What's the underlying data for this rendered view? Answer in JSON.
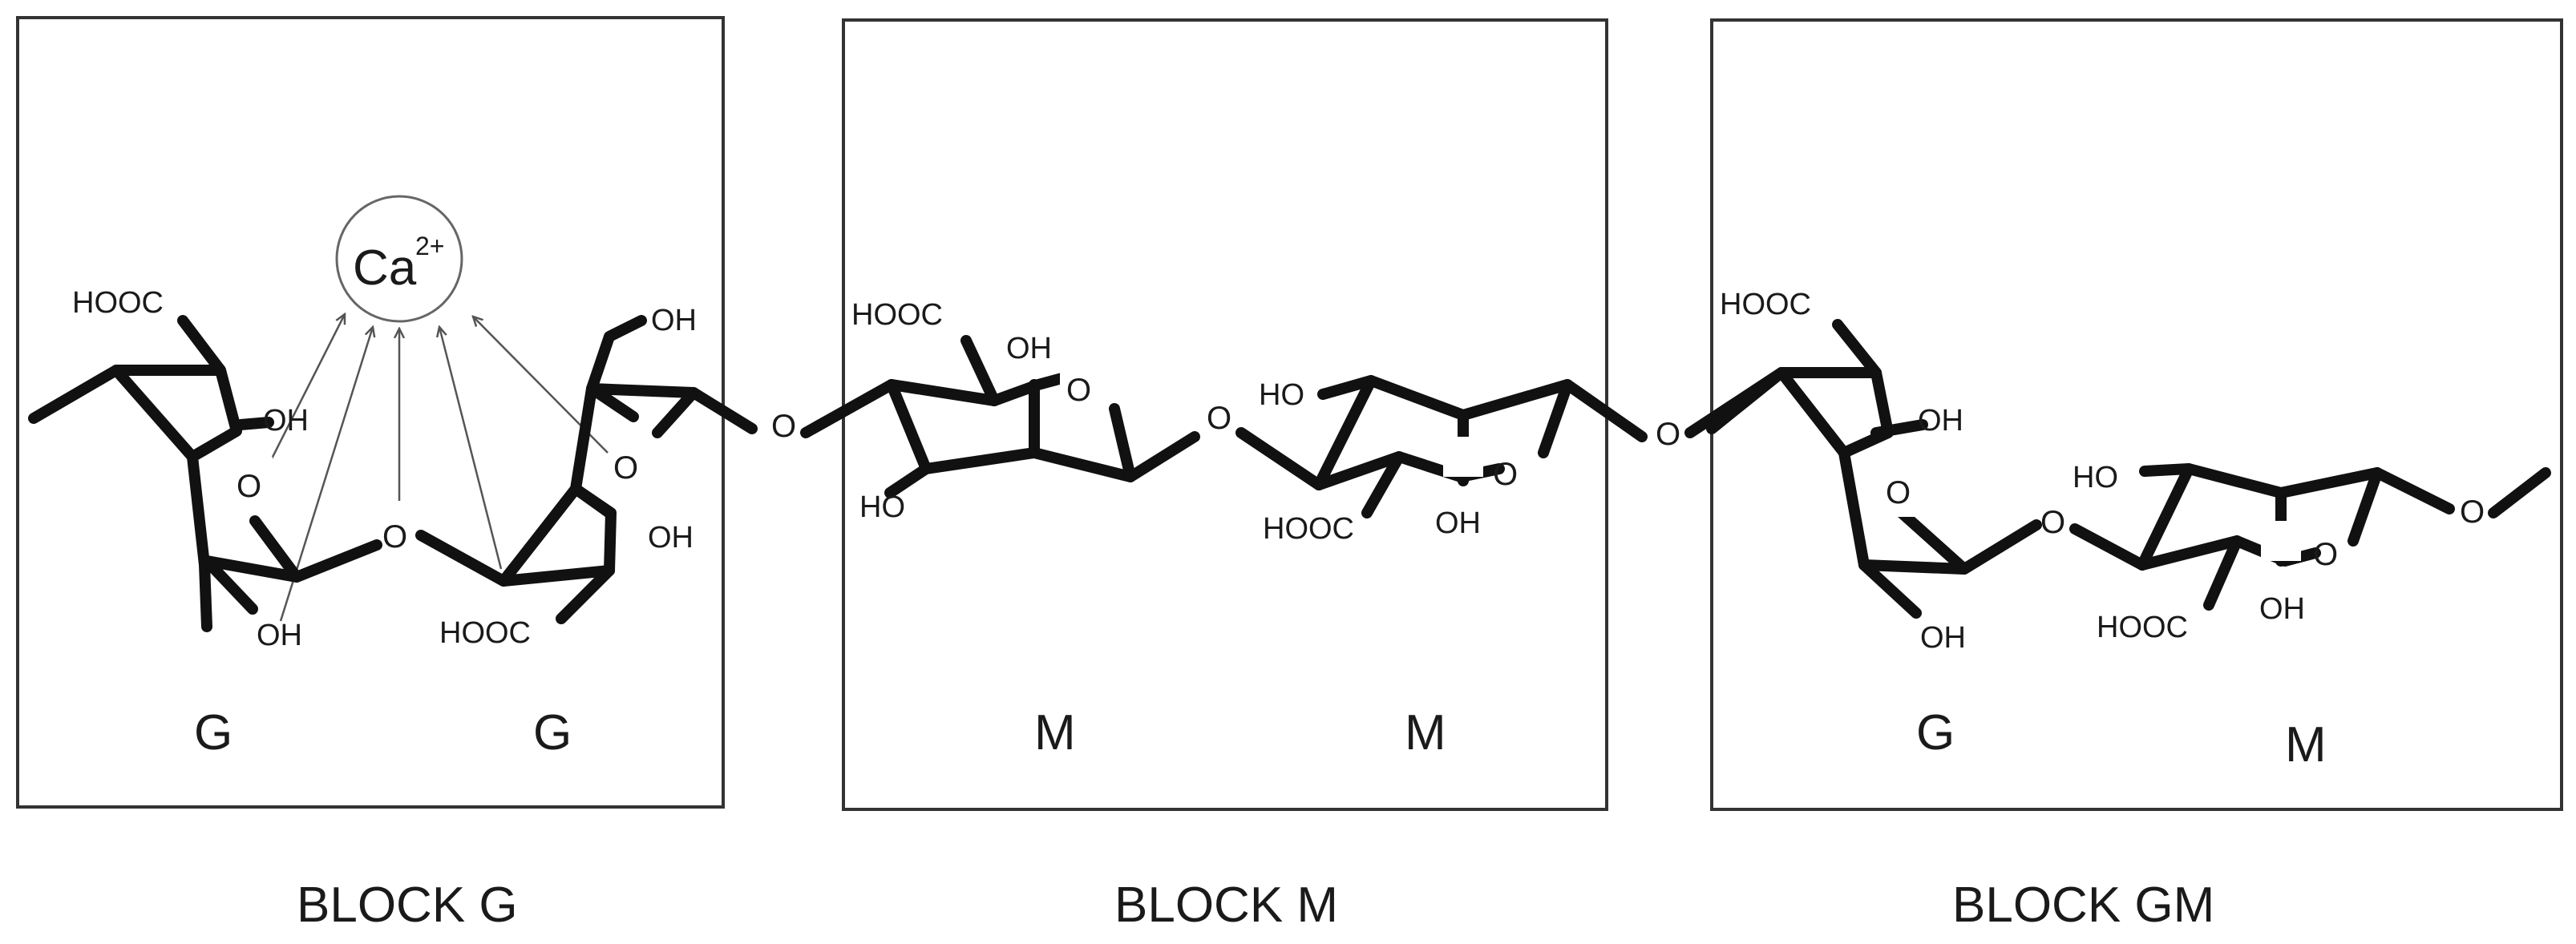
{
  "colors": {
    "ink": "#111111",
    "frame": "#333333",
    "background": "#ffffff"
  },
  "ion": {
    "symbol": "Ca",
    "charge": "2+"
  },
  "groups": {
    "hooc": "HOOC",
    "oh": "OH",
    "ho": "HO",
    "o": "O"
  },
  "blocks": [
    {
      "caption": "BLOCK G",
      "units": [
        "G",
        "G"
      ]
    },
    {
      "caption": "BLOCK M",
      "units": [
        "M",
        "M"
      ]
    },
    {
      "caption": "BLOCK GM",
      "units": [
        "G",
        "M"
      ]
    }
  ]
}
